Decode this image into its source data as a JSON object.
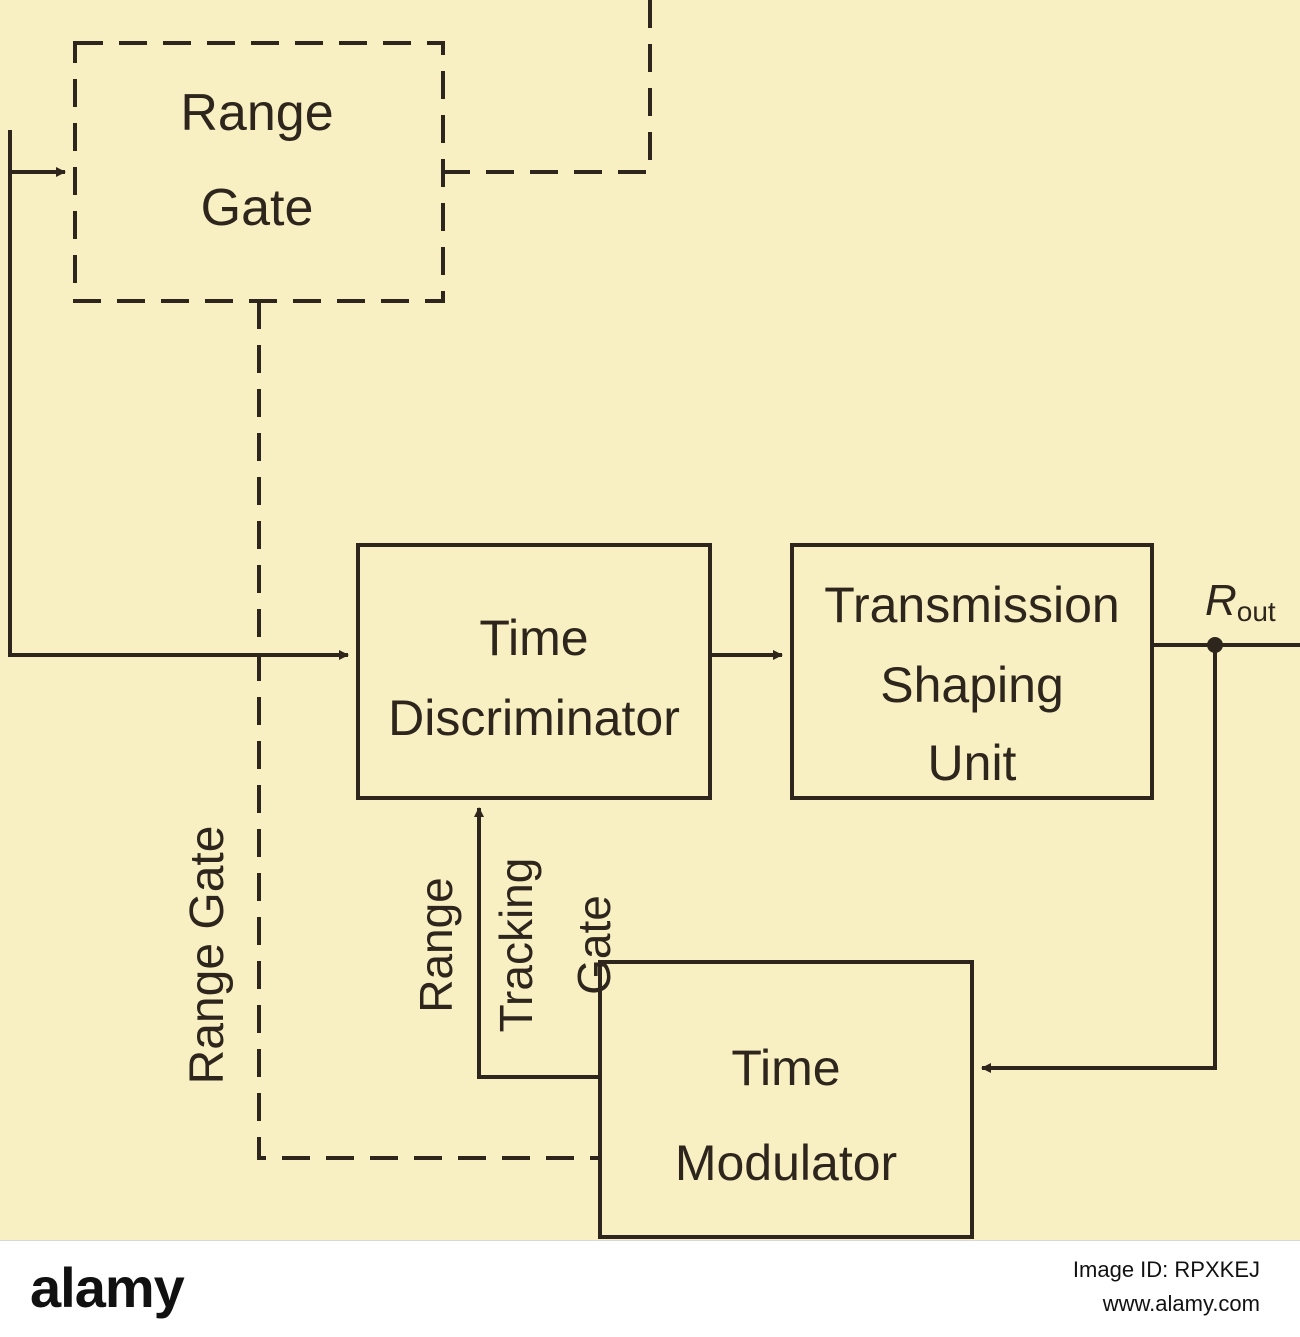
{
  "diagram": {
    "blocks": {
      "range_gate": [
        "Range",
        "Gate"
      ],
      "time_discriminator": [
        "Time",
        "Discriminator"
      ],
      "transmission_shaping_unit": [
        "Transmission",
        "Shaping",
        "Unit"
      ],
      "time_modulator": [
        "Time",
        "Modulator"
      ]
    },
    "signals": {
      "output_symbol": "R",
      "output_subscript": "out",
      "range_gate_line": "Range Gate",
      "range_tracking_gate": [
        "Range",
        "Tracking",
        "Gate"
      ]
    }
  },
  "footer": {
    "logo": "alamy",
    "image_id": "Image ID: RPXKEJ",
    "url": "www.alamy.com"
  },
  "colors": {
    "background": "#f8f0c2",
    "ink": "#2e261c",
    "footer_background": "#ffffff"
  }
}
